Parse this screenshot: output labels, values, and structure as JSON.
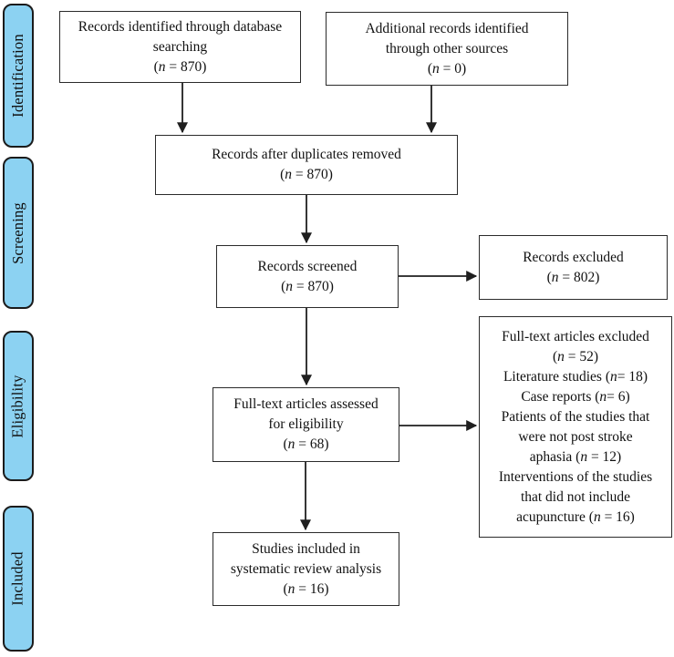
{
  "diagram": {
    "type": "prisma-flow",
    "colors": {
      "stage_fill": "#8cd2f2",
      "stage_border": "#1b1b1b",
      "box_border": "#2b2b2b",
      "arrow": "#1f1f1f",
      "background": "#ffffff"
    },
    "stages": [
      {
        "label": "Identification"
      },
      {
        "label": "Screening"
      },
      {
        "label": "Eligibility"
      },
      {
        "label": "Included"
      }
    ],
    "boxes": [
      {
        "name": "records-identified-database",
        "lines": [
          "Records identified through database",
          "searching",
          "(n = 870)"
        ]
      },
      {
        "name": "additional-records-other-sources",
        "lines": [
          "Additional records identified",
          "through other sources",
          "(n = 0)"
        ]
      },
      {
        "name": "records-after-duplicates-removed",
        "lines": [
          "Records after duplicates removed",
          "(n = 870)"
        ]
      },
      {
        "name": "records-screened",
        "lines": [
          "Records screened",
          "(n = 870)"
        ]
      },
      {
        "name": "records-excluded",
        "lines": [
          "Records excluded",
          "(n = 802)"
        ]
      },
      {
        "name": "full-text-articles-excluded",
        "lines": [
          "Full-text articles excluded",
          "(n = 52)",
          "Literature studies (n= 18)",
          "Case reports (n= 6)",
          "Patients of the studies that",
          "were not post stroke",
          "aphasia (n = 12)",
          "Interventions of the studies",
          "that did not include",
          "acupuncture (n = 16)"
        ]
      },
      {
        "name": "full-text-articles-assessed",
        "lines": [
          "Full-text articles assessed",
          "for eligibility",
          "(n = 68)"
        ]
      },
      {
        "name": "studies-included-systematic-review",
        "lines": [
          "Studies included in",
          "systematic review analysis",
          "(n = 16)"
        ]
      }
    ]
  }
}
